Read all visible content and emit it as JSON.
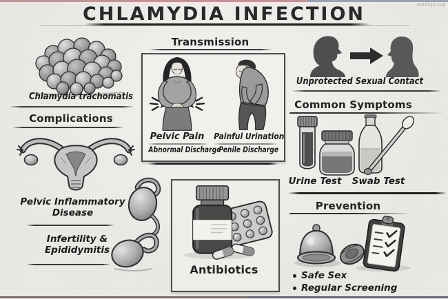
{
  "title": "CHLAMYDIA INFECTION",
  "watermark": "mediqo.top",
  "pathogen": {
    "label": "Chlamydia trachomatis"
  },
  "complications": {
    "heading": "Complications",
    "pid": "Pelvic Inflammatory\nDisease",
    "infertility": "Infertility &\nEpididymitis"
  },
  "transmission": {
    "heading": "Transmission",
    "female_symptom": "Pelvic Pain",
    "male_symptom": "Painful Urination",
    "female_discharge": "Abnormal Discharge",
    "male_discharge": "Penile Discharge"
  },
  "contact": {
    "label": "Unprotected Sexual Contact"
  },
  "symptoms": {
    "heading": "Common Symptoms",
    "tests": [
      "Urine Test",
      "Swab Test"
    ]
  },
  "treatment": {
    "label": "Antibiotics"
  },
  "prevention": {
    "heading": "Prevention",
    "items": [
      "Safe Sex",
      "Regular Screening"
    ]
  },
  "icons": {
    "pathogen": "bacteria-cluster",
    "complication_pid": "uterus",
    "complication_infertility": "testes-epididymis",
    "transmission_female": "woman-holding-abdomen",
    "transmission_male": "man-bending-forward",
    "contact": "two-head-silhouettes-with-arrow",
    "urine_test": "test-tube-and-sample-jar",
    "swab_test": "bottle-and-swab",
    "treatment": "pill-bottle-blister-pack-capsules",
    "prevention": "condoms-and-checklist-clipboard"
  },
  "colors": {
    "edge_red": "#c29497",
    "edge_blue": "#99a1b3",
    "ink": "#2a2a2a",
    "paper": "#ebe9e5"
  }
}
